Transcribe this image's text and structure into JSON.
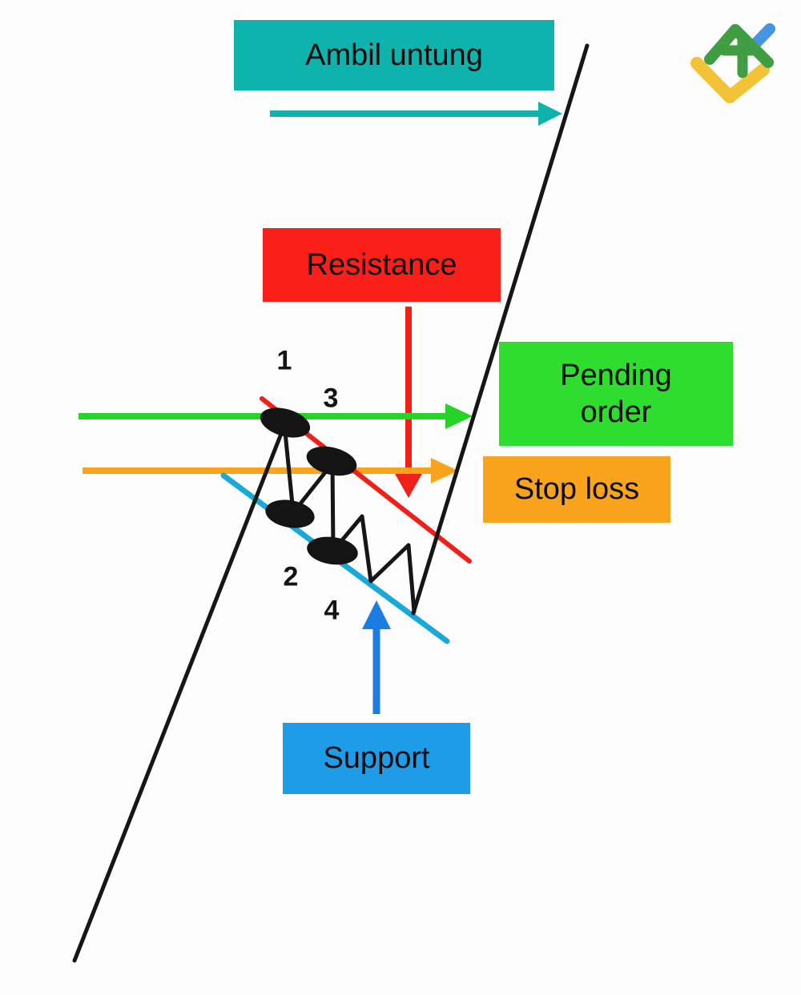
{
  "boxes": {
    "take_profit": "Ambil untung",
    "resistance": "Resistance",
    "pending_order": "Pending order",
    "stop_loss": "Stop loss",
    "support": "Support"
  },
  "point_labels": {
    "p1": "1",
    "p2": "2",
    "p3": "3",
    "p4": "4"
  },
  "icons": {
    "logo": "litefinance-logo"
  },
  "colors": {
    "take_profit_teal": "#0fb3ae",
    "resistance_red_box": "#fb1f1a",
    "arrow_red": "#ee2019",
    "pending_green_box": "#2edd2e",
    "arrow_green": "#25d425",
    "stop_loss_orange": "#faa41d",
    "support_blue_box": "#1f9ce8",
    "arrow_blue": "#1b7de4",
    "flag_support_cyan": "#17a9d9",
    "trend_black": "#161616",
    "logo_green": "#3f9e41",
    "logo_yellow": "#f2c336",
    "logo_blue": "#4595e2",
    "label_text": "#0b0b0b"
  }
}
